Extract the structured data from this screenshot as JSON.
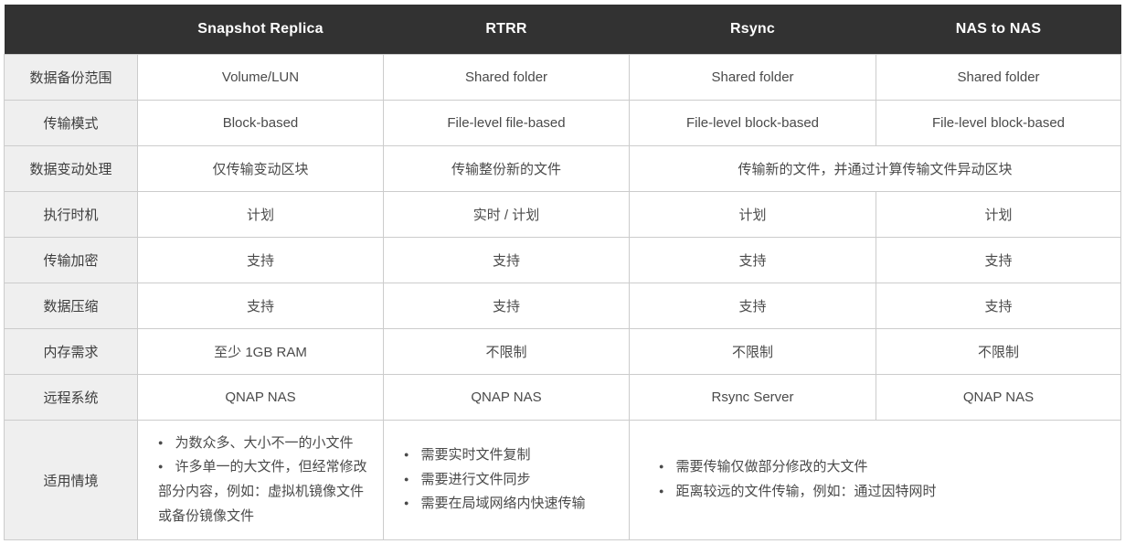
{
  "table": {
    "header": [
      "",
      "Snapshot Replica",
      "RTRR",
      "Rsync",
      "NAS to NAS"
    ],
    "rows": [
      {
        "label": "数据备份范围",
        "cells": [
          "Volume/LUN",
          "Shared folder",
          "Shared folder",
          "Shared folder"
        ]
      },
      {
        "label": "传输模式",
        "cells": [
          "Block-based",
          "File-level file-based",
          "File-level block-based",
          "File-level block-based"
        ]
      },
      {
        "label": "数据变动处理",
        "cells": [
          "仅传输变动区块",
          "传输整份新的文件",
          "传输新的文件，并通过计算传输文件异动区块"
        ]
      },
      {
        "label": "执行时机",
        "cells": [
          "计划",
          "实时 / 计划",
          "计划",
          "计划"
        ]
      },
      {
        "label": "传输加密",
        "cells": [
          "支持",
          "支持",
          "支持",
          "支持"
        ]
      },
      {
        "label": "数据压缩",
        "cells": [
          "支持",
          "支持",
          "支持",
          "支持"
        ]
      },
      {
        "label": "内存需求",
        "cells": [
          "至少 1GB RAM",
          "不限制",
          "不限制",
          "不限制"
        ]
      },
      {
        "label": "远程系统",
        "cells": [
          "QNAP NAS",
          "QNAP NAS",
          "Rsync Server",
          "QNAP NAS"
        ]
      },
      {
        "label": "适用情境",
        "bullets": [
          [
            "为数众多、大小不一的小文件",
            "许多单一的大文件，但经常修改部分内容，例如：虚拟机镜像文件或备份镜像文件"
          ],
          [
            "需要实时文件复制",
            "需要进行文件同步",
            "需要在局域网络内快速传输"
          ],
          [
            "需要传输仅做部分修改的大文件",
            "距离较远的文件传输，例如：通过因特网时"
          ]
        ]
      }
    ]
  },
  "colors": {
    "header_bg": "#323232",
    "header_text": "#ffffff",
    "label_bg": "#efefef",
    "cell_border": "#cccccc",
    "cell_text": "#4a4a4a"
  }
}
